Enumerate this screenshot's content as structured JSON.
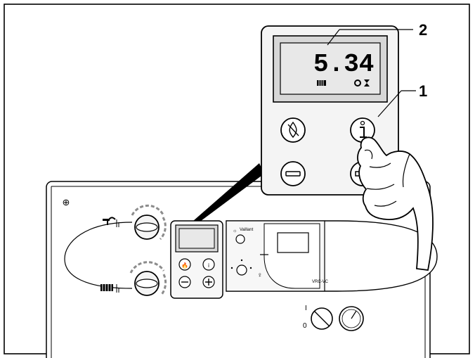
{
  "callouts": {
    "one": "1",
    "two": "2"
  },
  "display": {
    "reading": "5.34"
  },
  "labels": {
    "brand": "Vaillant",
    "controller_model": "VRC-VC",
    "switch_on": "I",
    "switch_off": "0"
  },
  "icons": {
    "radiator": "radiator-icon",
    "tap": "hot-water-tap-icon",
    "flame": "flame-icon",
    "info": "info-icon",
    "minus": "minus-icon",
    "plus": "plus-icon",
    "gauge": "pressure-gauge-icon"
  },
  "colors": {
    "line": "#000000",
    "panel": "#f2f2f2",
    "lcd": "#dcdcdc",
    "accent": "#8c8c8c"
  }
}
